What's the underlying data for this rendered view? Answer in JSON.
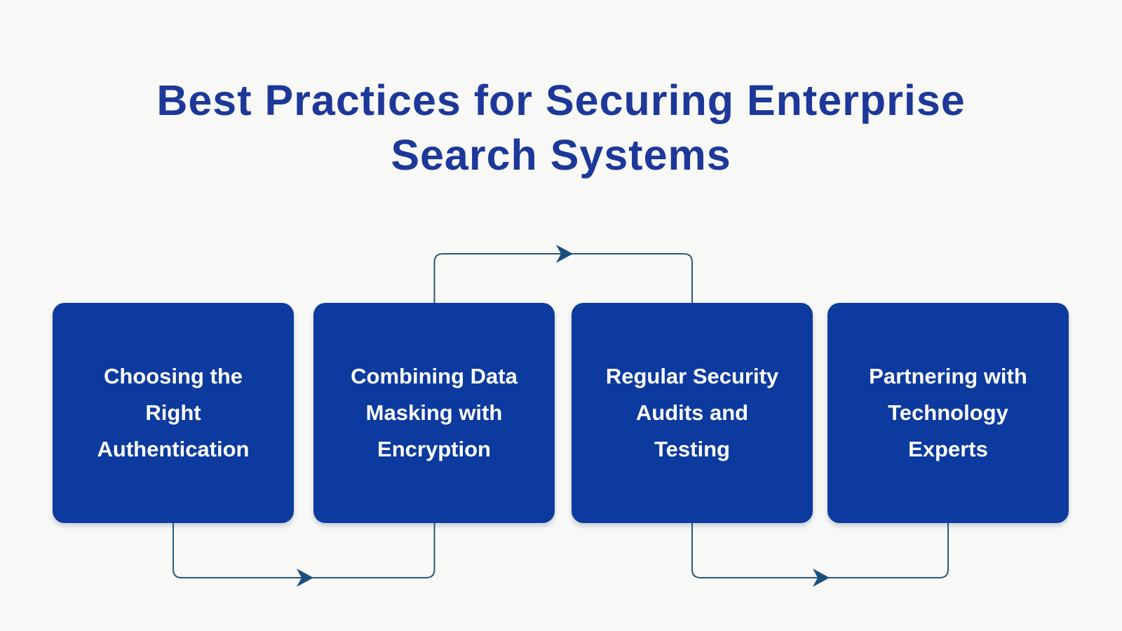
{
  "title": {
    "lines": [
      "Best Practices for Securing Enterprise",
      "Search Systems"
    ]
  },
  "boxes": [
    {
      "id": "choosing-right-authentication",
      "lines": [
        "Choosing the",
        "Right",
        "Authentication"
      ]
    },
    {
      "id": "data-masking-with-encryption",
      "lines": [
        "Combining Data",
        "Masking with",
        "Encryption"
      ]
    },
    {
      "id": "security-audits-and-testing",
      "lines": [
        "Regular Security",
        "Audits and",
        "Testing"
      ]
    },
    {
      "id": "partnering-technology-experts",
      "lines": [
        "Partnering with",
        "Technology",
        "Experts"
      ]
    }
  ],
  "connectors": [
    {
      "from": "choosing-right-authentication",
      "to": "data-masking-with-encryption",
      "route": "bottom",
      "arrow_direction": "right"
    },
    {
      "from": "data-masking-with-encryption",
      "to": "security-audits-and-testing",
      "route": "top",
      "arrow_direction": "right"
    },
    {
      "from": "security-audits-and-testing",
      "to": "partnering-technology-experts",
      "route": "bottom",
      "arrow_direction": "right"
    }
  ],
  "colors": {
    "background": "#f8f8f6",
    "box_fill": "#0c3a9e",
    "box_text": "#ffffff",
    "title_text": "#1d3899",
    "connector_line": "#2b5878",
    "connector_arrow": "#1b4e7c"
  }
}
